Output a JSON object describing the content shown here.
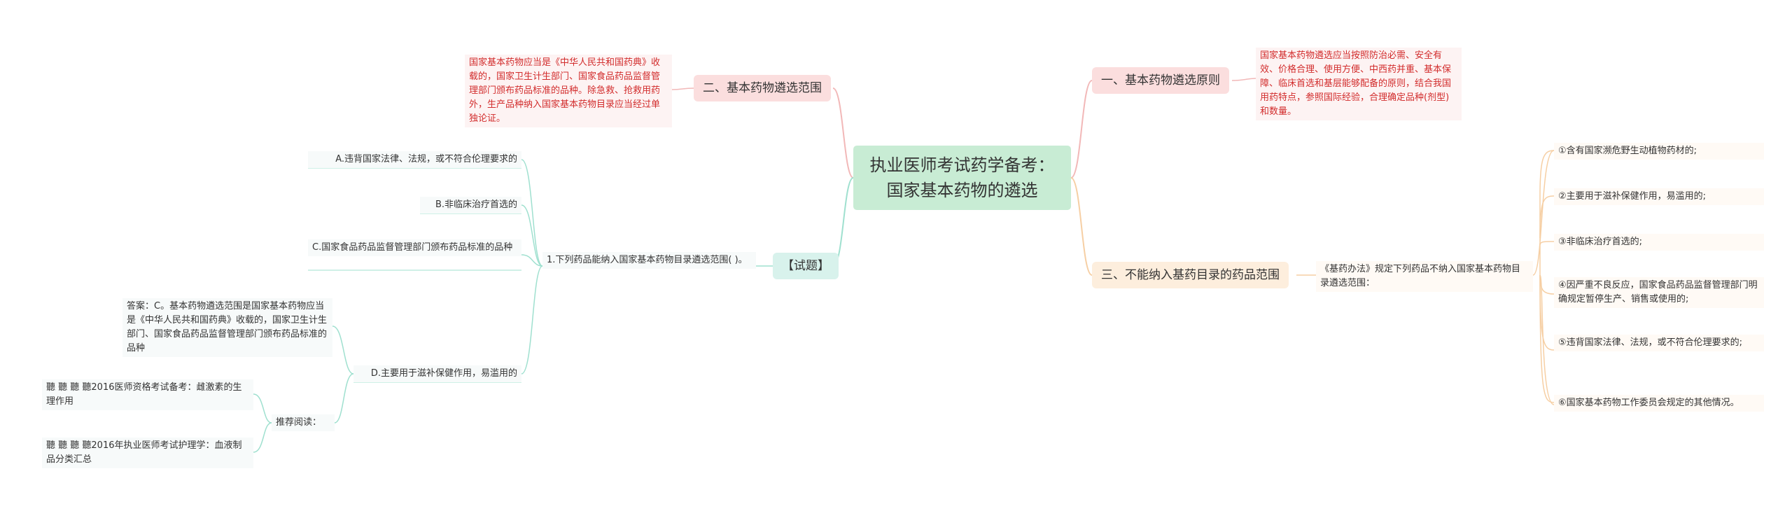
{
  "root": {
    "title_line1": "执业医师考试药学备考：",
    "title_line2": "国家基本药物的遴选"
  },
  "right": {
    "b1": {
      "label": "一、基本药物遴选原则",
      "detail": "国家基本药物遴选应当按照防治必需、安全有效、价格合理、使用方便、中西药并重、基本保障、临床首选和基层能够配备的原则，结合我国用药特点，参照国际经验，合理确定品种(剂型)和数量。"
    },
    "b3": {
      "label": "三、不能纳入基药目录的药品范围",
      "intro": "《基药办法》规定下列药品不纳入国家基本药物目录遴选范围：",
      "items": [
        "①含有国家濒危野生动植物药材的;",
        "②主要用于滋补保健作用，易滥用的;",
        "③非临床治疗首选的;",
        "④因严重不良反应，国家食品药品监督管理部门明确规定暂停生产、销售或使用的;",
        "⑤违背国家法律、法规，或不符合伦理要求的;",
        "⑥国家基本药物工作委员会规定的其他情况。"
      ]
    }
  },
  "left": {
    "b2": {
      "label": "二、基本药物遴选范围",
      "detail": "国家基本药物应当是《中华人民共和国药典》收载的，国家卫生计生部门、国家食品药品监督管理部门颁布药品标准的品种。除急救、抢救用药外，生产品种纳入国家基本药物目录应当经过单独论证。"
    },
    "exam": {
      "label": "【试题】",
      "question": "1.下列药品能纳入国家基本药物目录遴选范围(  )。",
      "options": {
        "a": "A.违背国家法律、法规，或不符合伦理要求的",
        "b": "B.非临床治疗首选的",
        "c": "C.国家食品药品监督管理部门颁布药品标准的品种",
        "d": "D.主要用于滋补保健作用，易滥用的"
      },
      "answer": "答案：C。基本药物遴选范围是国家基本药物应当是《中华人民共和国药典》收载的，国家卫生计生部门、国家食品药品监督管理部门颁布药品标准的品种",
      "recommend": {
        "label": "推荐阅读：",
        "links": [
          "聽 聽 聽 聽2016医师资格考试备考：雌激素的生理作用",
          "聽 聽 聽 聽2016年执业医师考试护理学：血液制品分类汇总"
        ]
      }
    }
  },
  "colors": {
    "root_bg": "#c8ecd4",
    "b_red_bg": "#fbdede",
    "b_orange_bg": "#fdeedd",
    "b_teal_bg": "#d8f2ec",
    "red_text": "#d22c2c",
    "link_red": "#f2b8b8",
    "link_orange": "#f6cfa4",
    "link_teal": "#9fe0cf"
  }
}
